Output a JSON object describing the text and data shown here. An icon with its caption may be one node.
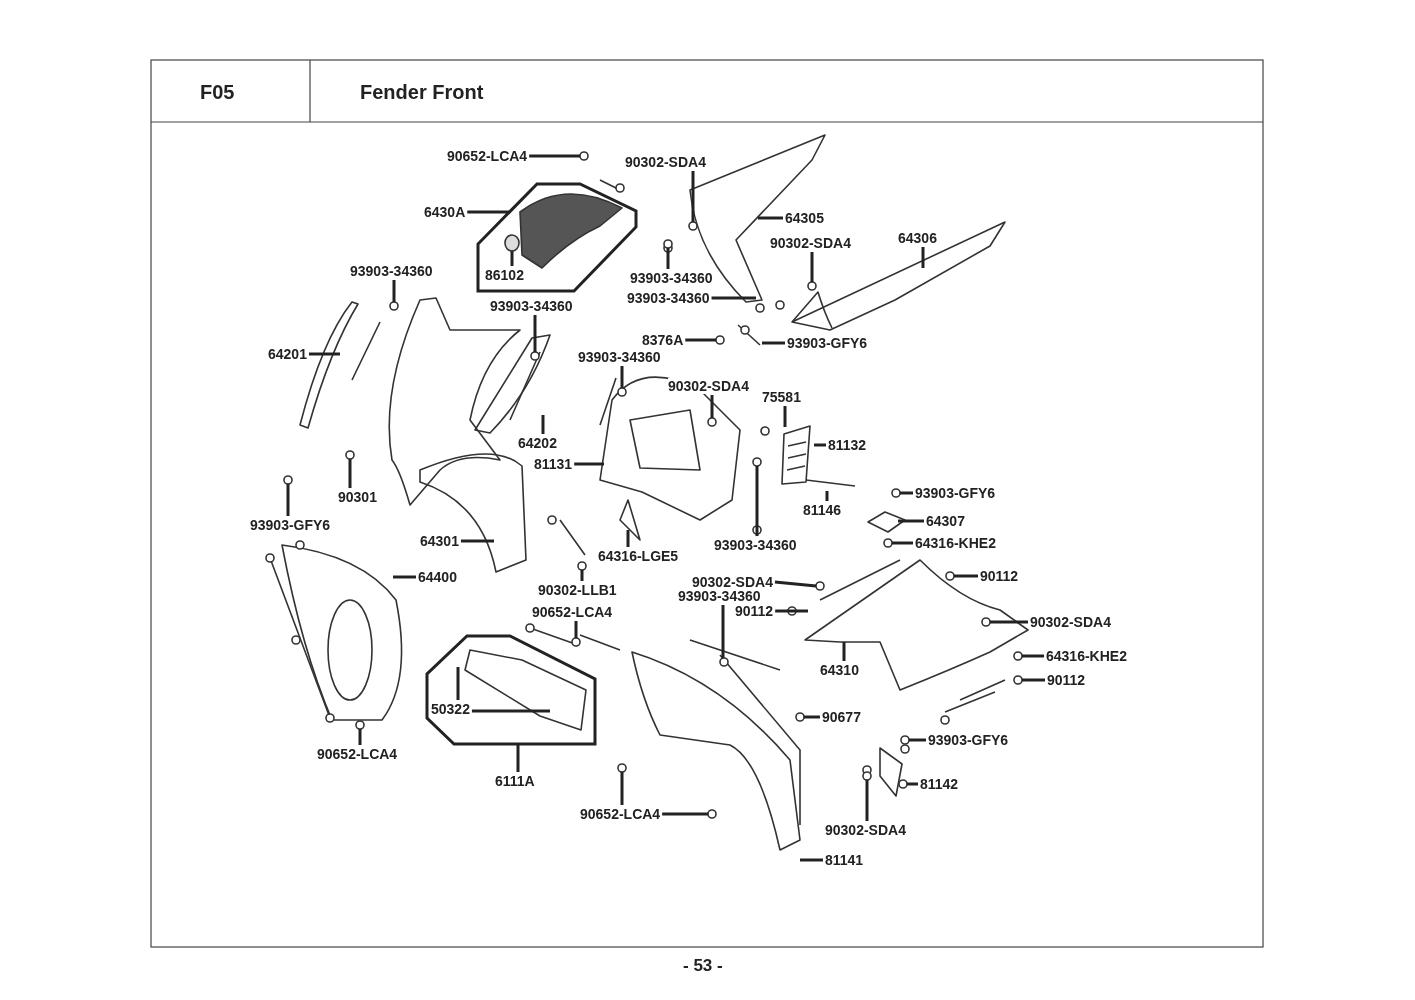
{
  "diagram": {
    "title": "Fender Front",
    "nodes": [
      {
        "text": [
          "90652-LCA4"
        ]
      },
      {
        "text": [
          "90302-SDA4"
        ]
      },
      {
        "text": [],
        "shape": "octagon"
      },
      {
        "text": [
          "6430A"
        ]
      },
      {
        "text": [
          "86102"
        ],
        "in": 2
      },
      {
        "text": [
          "93903-34360"
        ]
      },
      {
        "text": [
          "93903-34360"
        ]
      },
      {
        "text": [
          "64305"
        ]
      },
      {
        "text": [
          "90302-SDA4"
        ]
      },
      {
        "text": [
          "64306"
        ]
      },
      {
        "text": [
          "93903-34360"
        ]
      },
      {
        "text": [
          "93903-34360"
        ]
      },
      {
        "text": [
          "64201"
        ]
      },
      {
        "text": [
          "8376A"
        ]
      },
      {
        "text": [
          "93903-GFY6"
        ]
      },
      {
        "text": [
          "93903-34360"
        ]
      },
      {
        "text": [
          "90302-SDA4"
        ]
      },
      {
        "text": [
          "75581"
        ]
      },
      {
        "text": [
          "81132"
        ]
      },
      {
        "text": [
          "64202"
        ]
      },
      {
        "text": [
          "81131"
        ]
      },
      {
        "text": [
          "93903-GFY6"
        ]
      },
      {
        "text": [
          "90301"
        ]
      },
      {
        "text": [
          "93903-GFY6"
        ]
      },
      {
        "text": [
          "81146"
        ]
      },
      {
        "text": [
          "64307"
        ]
      },
      {
        "text": [
          "64301"
        ]
      },
      {
        "text": [
          "93903-34360"
        ]
      },
      {
        "text": [
          "64316-KHE2"
        ]
      },
      {
        "text": [
          "64316-LGE5"
        ]
      },
      {
        "text": [
          "90302-SDA4"
        ]
      },
      {
        "text": [
          "64400"
        ]
      },
      {
        "text": [
          "90302-LLB1"
        ]
      },
      {
        "text": [
          "90112"
        ]
      },
      {
        "text": [
          "93903-34360"
        ]
      },
      {
        "text": [
          "90652-LCA4"
        ]
      },
      {
        "text": [
          "90112"
        ]
      },
      {
        "text": [
          "90302-SDA4"
        ]
      },
      {
        "text": [
          "64310"
        ]
      },
      {
        "text": [
          "64316-KHE2"
        ]
      },
      {
        "text": [
          "90112"
        ]
      },
      {
        "text": [],
        "shape": "octagon"
      },
      {
        "text": [
          "50322"
        ],
        "in": 41
      },
      {
        "text": [
          "6111A"
        ]
      },
      {
        "text": [
          "90677"
        ]
      },
      {
        "text": [
          "90652-LCA4"
        ]
      },
      {
        "text": [
          "93903-GFY6"
        ]
      },
      {
        "text": [
          "81142"
        ]
      },
      {
        "text": [
          "90652-LCA4"
        ]
      },
      {
        "text": [
          "90302-SDA4"
        ]
      },
      {
        "text": [
          "81141"
        ]
      }
    ],
    "edges": [
      {
        "from": 0,
        "to": null,
        "arrow": "none"
      },
      {
        "from": 1,
        "to": null,
        "arrow": "none"
      },
      {
        "from": 3,
        "to": 2,
        "arrow": "none"
      },
      {
        "from": 4,
        "to": null,
        "arrow": "none"
      },
      {
        "from": 5,
        "to": null,
        "arrow": "none"
      },
      {
        "from": 6,
        "to": null,
        "arrow": "none"
      },
      {
        "from": 7,
        "to": null,
        "arrow": "none"
      },
      {
        "from": 8,
        "to": null,
        "arrow": "none"
      },
      {
        "from": 9,
        "to": null,
        "arrow": "none"
      },
      {
        "from": 10,
        "to": null,
        "arrow": "none"
      },
      {
        "from": 11,
        "to": null,
        "arrow": "none"
      },
      {
        "from": 12,
        "to": null,
        "arrow": "none"
      },
      {
        "from": 13,
        "to": null,
        "arrow": "none"
      },
      {
        "from": 14,
        "to": null,
        "arrow": "none"
      },
      {
        "from": 15,
        "to": null,
        "arrow": "none"
      },
      {
        "from": 16,
        "to": null,
        "arrow": "none"
      },
      {
        "from": 17,
        "to": null,
        "arrow": "none"
      },
      {
        "from": 18,
        "to": null,
        "arrow": "none"
      },
      {
        "from": 19,
        "to": null,
        "arrow": "none"
      },
      {
        "from": 20,
        "to": null,
        "arrow": "none"
      },
      {
        "from": 21,
        "to": null,
        "arrow": "none"
      },
      {
        "from": 22,
        "to": null,
        "arrow": "none"
      },
      {
        "from": 23,
        "to": null,
        "arrow": "none"
      },
      {
        "from": 24,
        "to": null,
        "arrow": "none"
      },
      {
        "from": 25,
        "to": null,
        "arrow": "none"
      },
      {
        "from": 26,
        "to": null,
        "arrow": "none"
      },
      {
        "from": 27,
        "to": null,
        "arrow": "none"
      },
      {
        "from": 28,
        "to": null,
        "arrow": "none"
      },
      {
        "from": 29,
        "to": null,
        "arrow": "none"
      },
      {
        "from": 30,
        "to": null,
        "arrow": "none"
      },
      {
        "from": 31,
        "to": null,
        "arrow": "none"
      },
      {
        "from": 32,
        "to": null,
        "arrow": "none"
      },
      {
        "from": 33,
        "to": null,
        "arrow": "none"
      },
      {
        "from": 34,
        "to": null,
        "arrow": "none"
      },
      {
        "from": 35,
        "to": null,
        "arrow": "none"
      },
      {
        "from": 36,
        "to": null,
        "arrow": "none"
      },
      {
        "from": 37,
        "to": null,
        "arrow": "none"
      },
      {
        "from": 38,
        "to": null,
        "arrow": "none"
      },
      {
        "from": 39,
        "to": null,
        "arrow": "none"
      },
      {
        "from": 40,
        "to": null,
        "arrow": "none"
      },
      {
        "from": 42,
        "to": null,
        "arrow": "none"
      },
      {
        "from": 42,
        "to": null,
        "arrow": "none"
      },
      {
        "from": 43,
        "to": 41,
        "arrow": "none"
      },
      {
        "from": 44,
        "to": null,
        "arrow": "none"
      },
      {
        "from": 45,
        "to": null,
        "arrow": "none"
      },
      {
        "from": 46,
        "to": null,
        "arrow": "none"
      },
      {
        "from": 47,
        "to": null,
        "arrow": "none"
      },
      {
        "from": 48,
        "to": null,
        "arrow": "none"
      },
      {
        "from": 48,
        "to": null,
        "arrow": "none"
      },
      {
        "from": 49,
        "to": null,
        "arrow": "none"
      },
      {
        "from": 50,
        "to": null,
        "arrow": "none"
      }
    ],
    "labels": [
      "F05",
      "- 53 -"
    ]
  }
}
